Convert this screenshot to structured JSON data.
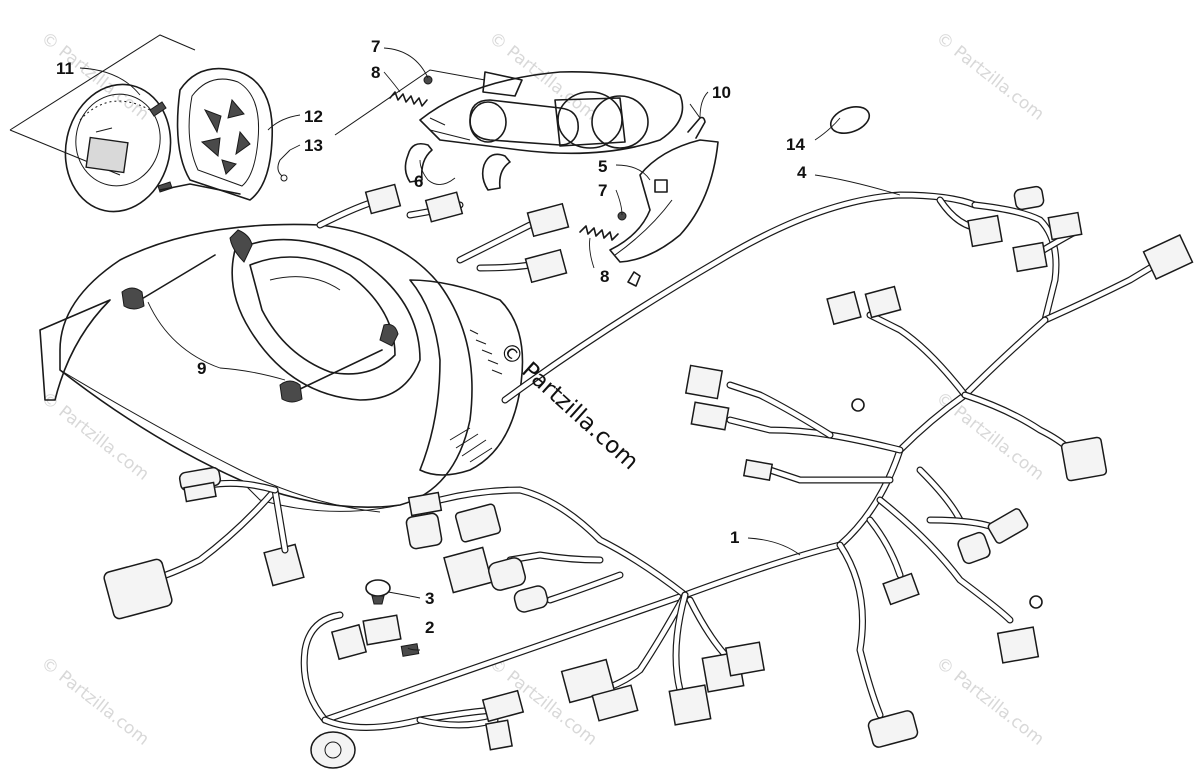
{
  "diagram": {
    "watermark_small": "© Partzilla.com",
    "watermark_center": "© Partzilla.com",
    "callouts": [
      {
        "id": "c1",
        "label": "1"
      },
      {
        "id": "c2",
        "label": "2"
      },
      {
        "id": "c3",
        "label": "3"
      },
      {
        "id": "c4",
        "label": "4"
      },
      {
        "id": "c5",
        "label": "5"
      },
      {
        "id": "c6",
        "label": "6"
      },
      {
        "id": "c7a",
        "label": "7"
      },
      {
        "id": "c7b",
        "label": "7"
      },
      {
        "id": "c8a",
        "label": "8"
      },
      {
        "id": "c8b",
        "label": "8"
      },
      {
        "id": "c9",
        "label": "9"
      },
      {
        "id": "c10",
        "label": "10"
      },
      {
        "id": "c11",
        "label": "11"
      },
      {
        "id": "c12",
        "label": "12"
      },
      {
        "id": "c13",
        "label": "13"
      },
      {
        "id": "c14",
        "label": "14"
      }
    ]
  }
}
